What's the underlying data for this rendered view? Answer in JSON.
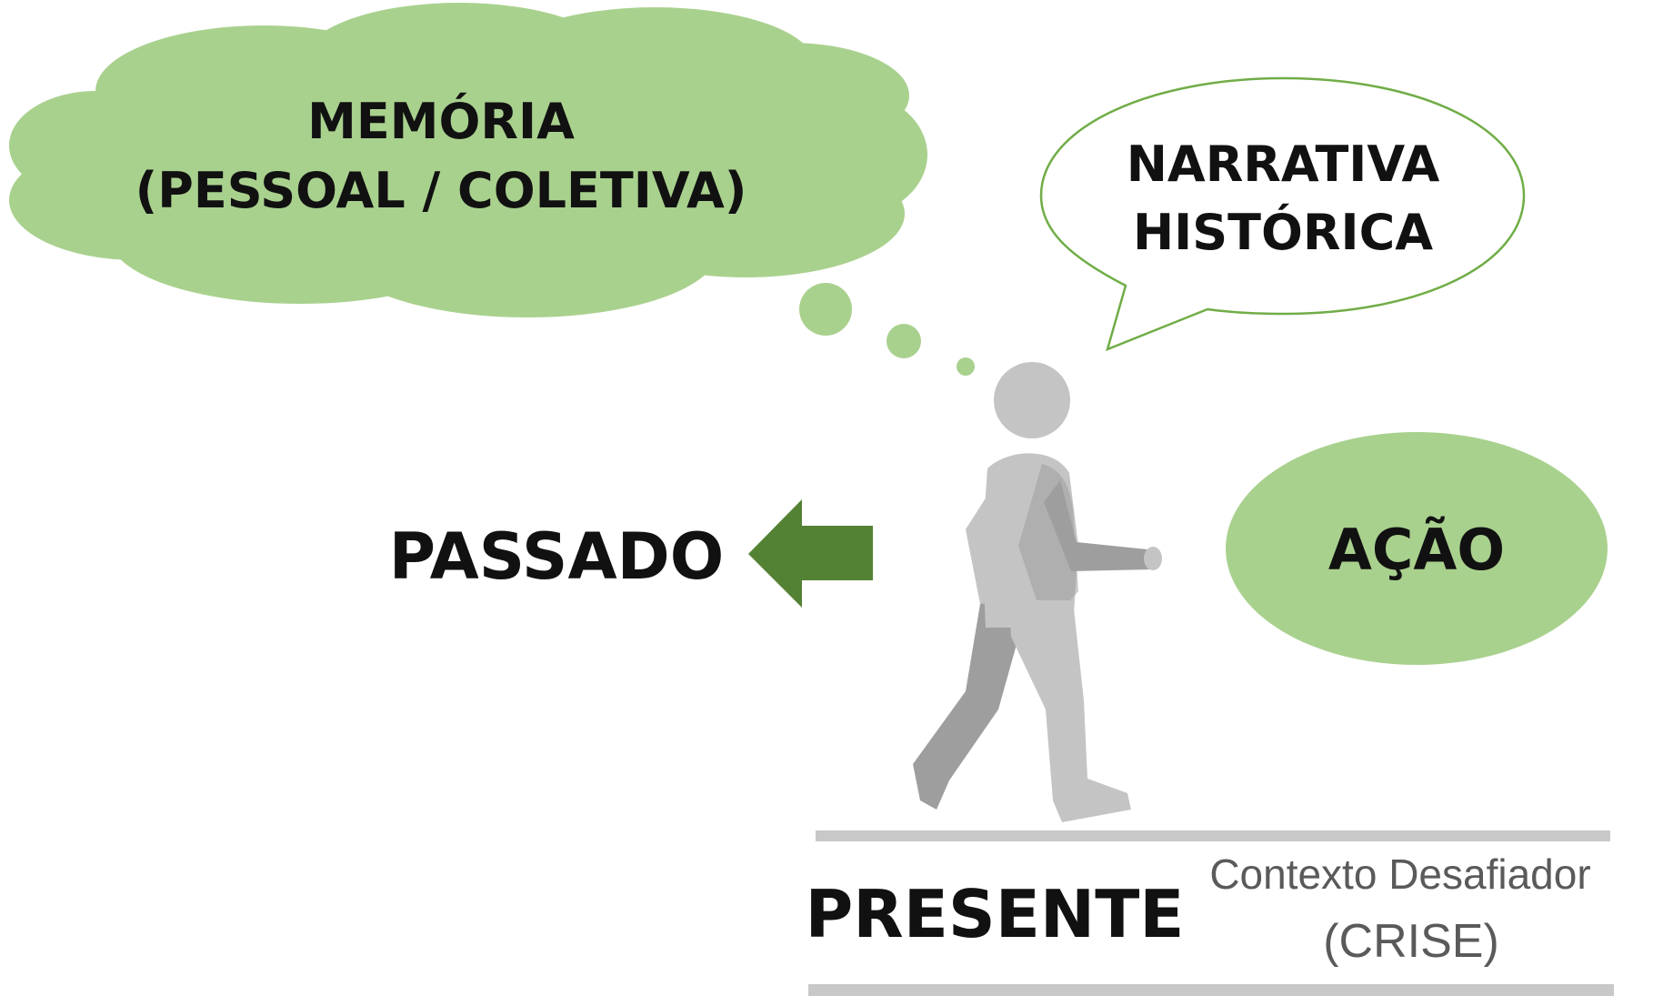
{
  "colors": {
    "cloud_fill": "#a9d18e",
    "bubble_stroke": "#70ad47",
    "arrow_fill": "#548235",
    "figure_light": "#c4c4c4",
    "figure_dark": "#9e9e9e",
    "ground_line": "#c8c8c8",
    "text": "#111111",
    "caption_text": "#5a5a5a"
  },
  "memory": {
    "line1": "MEMÓRIA",
    "line2": "(PESSOAL / COLETIVA)"
  },
  "narrative": {
    "line1": "NARRATIVA",
    "line2": "HISTÓRICA"
  },
  "action": {
    "label": "AÇÃO"
  },
  "past": {
    "label": "PASSADO"
  },
  "present": {
    "label": "PRESENTE",
    "context_line1": "Contexto Desafiador",
    "context_line2": "(CRISE)"
  },
  "icons": {
    "arrow": "left-arrow-icon",
    "figure": "walking-person-icon"
  }
}
